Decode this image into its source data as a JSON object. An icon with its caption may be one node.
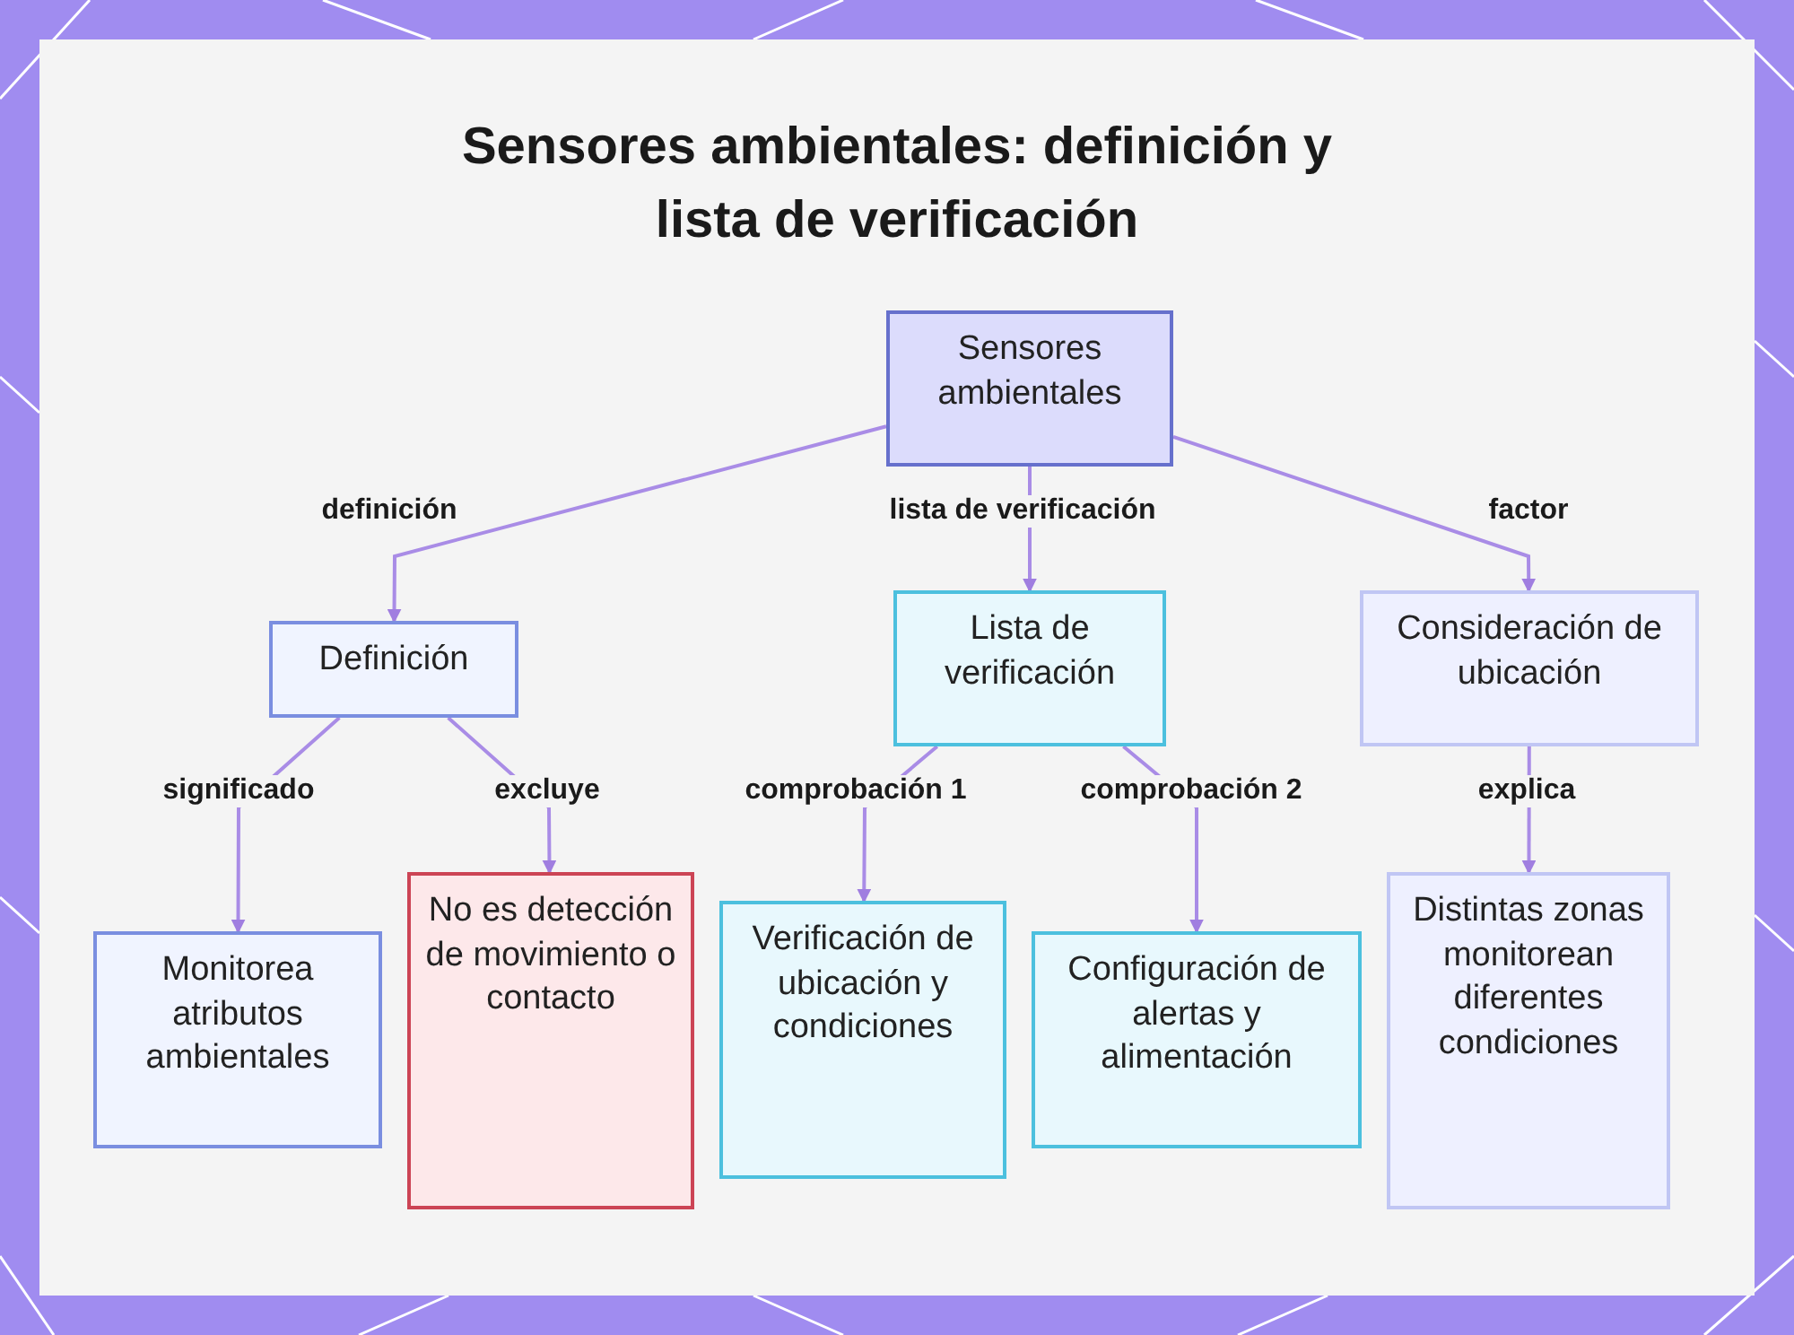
{
  "diagram": {
    "title": "Sensores ambientales: definición y lista de verificación",
    "nodes": [
      {
        "text": [
          "Sensores ambientales"
        ]
      },
      {
        "text": [
          "Definición"
        ]
      },
      {
        "text": [
          "Lista de verificación"
        ]
      },
      {
        "text": [
          "Consideración de ubicación"
        ]
      },
      {
        "text": [
          "Monitorea atributos ambientales"
        ]
      },
      {
        "text": [
          "No es detección de movimiento o contacto"
        ]
      },
      {
        "text": [
          "Verificación de ubicación y condiciones"
        ]
      },
      {
        "text": [
          "Configuración de alertas y alimentación"
        ]
      },
      {
        "text": [
          "Distintas zonas monitorean diferentes condiciones"
        ]
      }
    ],
    "edges": [
      {
        "from": 0,
        "to": 1,
        "arrow": "to",
        "label": "definición"
      },
      {
        "from": 0,
        "to": 2,
        "arrow": "to",
        "label": "lista de verificación"
      },
      {
        "from": 0,
        "to": 3,
        "arrow": "to",
        "label": "factor"
      },
      {
        "from": 1,
        "to": 4,
        "arrow": "to",
        "label": "significado"
      },
      {
        "from": 1,
        "to": 5,
        "arrow": "to",
        "label": "excluye"
      },
      {
        "from": 2,
        "to": 6,
        "arrow": "to",
        "label": "comprobación 1"
      },
      {
        "from": 2,
        "to": 7,
        "arrow": "to",
        "label": "comprobación 2"
      },
      {
        "from": 3,
        "to": 8,
        "arrow": "to",
        "label": "explica"
      }
    ]
  }
}
